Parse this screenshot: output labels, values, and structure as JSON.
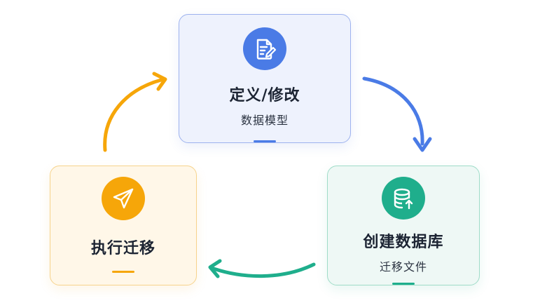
{
  "nodes": {
    "define": {
      "title": "定义/修改",
      "subtitle": "数据模型",
      "icon": "document-edit-icon",
      "color": "#4a7be6"
    },
    "create": {
      "title": "创建数据库",
      "subtitle": "迁移文件",
      "icon": "database-upload-icon",
      "color": "#1fae8c"
    },
    "execute": {
      "title": "执行迁移",
      "icon": "paper-plane-icon",
      "color": "#f6a609"
    }
  },
  "edges": [
    {
      "from": "define",
      "to": "create",
      "color": "#4a7be6"
    },
    {
      "from": "create",
      "to": "execute",
      "color": "#1fae8c"
    },
    {
      "from": "execute",
      "to": "define",
      "color": "#f6a609"
    }
  ]
}
